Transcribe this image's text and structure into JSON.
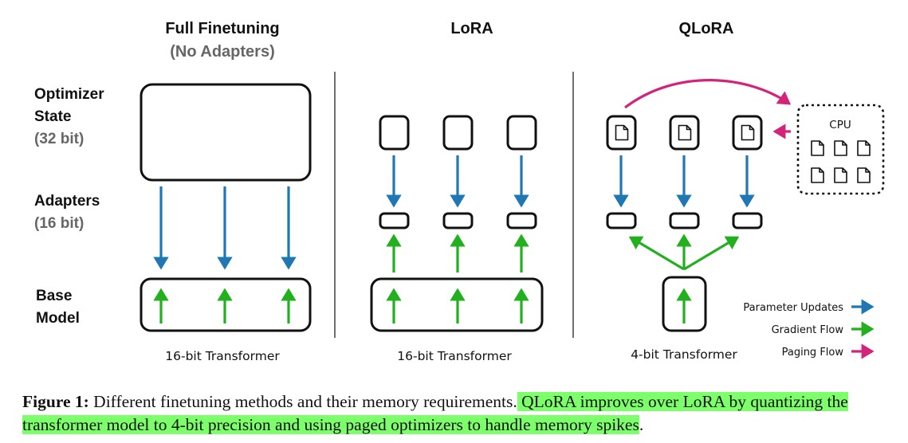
{
  "columns": {
    "full": {
      "title": "Full Finetuning",
      "subtitle": "(No Adapters)",
      "footer": "16-bit Transformer"
    },
    "lora": {
      "title": "LoRA",
      "footer": "16-bit Transformer"
    },
    "qlora": {
      "title": "QLoRA",
      "footer": "4-bit Transformer"
    }
  },
  "row_labels": {
    "optimizer_line1": "Optimizer",
    "optimizer_line2": "State",
    "optimizer_bits": "(32 bit)",
    "adapters": "Adapters",
    "adapters_bits": "(16 bit)",
    "base_line1": "Base",
    "base_line2": "Model"
  },
  "cpu_label": "CPU",
  "legend": [
    {
      "label": "Parameter Updates",
      "color": "#1f77b4",
      "icon": "blue-arrow-icon"
    },
    {
      "label": "Gradient Flow",
      "color": "#22b01f",
      "icon": "green-arrow-icon"
    },
    {
      "label": "Paging Flow",
      "color": "#d3247a",
      "icon": "magenta-arrow-icon"
    }
  ],
  "caption": {
    "label": "Figure 1:",
    "text": " Different finetuning methods and their memory requirements.",
    "highlight": " QLoRA improves over LoRA by quantizing the transformer model to 4-bit precision and using paged optimizers to handle memory spikes",
    "end": "."
  },
  "colors": {
    "blue": "#1f77b4",
    "green": "#22b01f",
    "magenta": "#d3247a",
    "highlight": "#7cff6b"
  }
}
